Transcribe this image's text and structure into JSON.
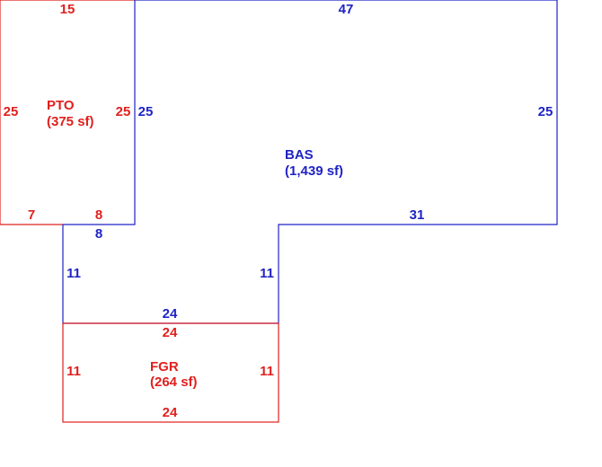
{
  "colors": {
    "red": "#e0201e",
    "blue": "#1f23c4",
    "background": "#ffffff"
  },
  "areas": {
    "pto": {
      "code": "PTO",
      "area": "(375 sf)"
    },
    "bas": {
      "code": "BAS",
      "area": "(1,439 sf)"
    },
    "fgr": {
      "code": "FGR",
      "area": "(264 sf)"
    }
  },
  "dimensions": {
    "pto_top": "15",
    "pto_left": "25",
    "pto_right": "25",
    "pto_bottom_left": "7",
    "pto_bottom_right": "8",
    "bas_top": "47",
    "bas_left": "25",
    "bas_right": "25",
    "bas_bottom_right": "31",
    "bas_notch_top": "8",
    "bas_notch_left": "11",
    "bas_notch_right": "11",
    "bas_notch_bottom": "24",
    "fgr_top": "24",
    "fgr_left": "11",
    "fgr_right": "11",
    "fgr_bottom": "24"
  }
}
